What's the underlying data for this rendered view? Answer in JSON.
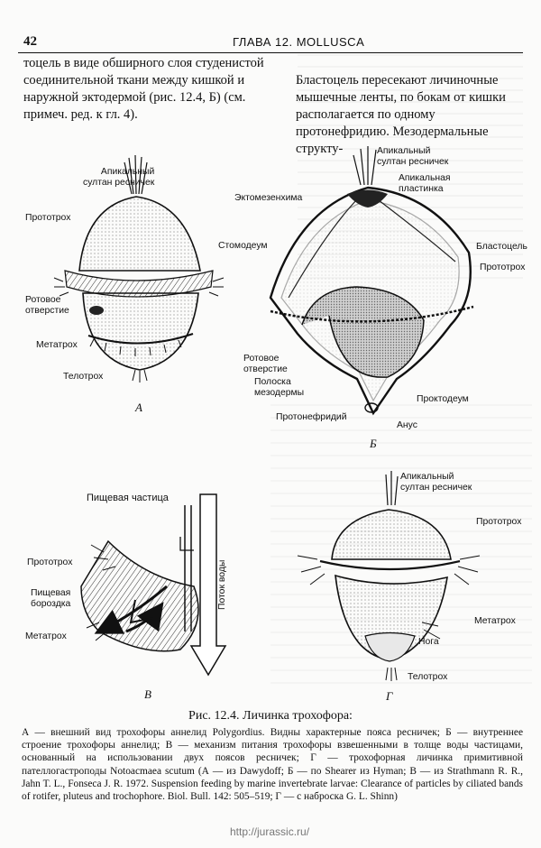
{
  "header": {
    "page_number": "42",
    "chapter": "ГЛАВА 12. MOLLUSCA"
  },
  "text": {
    "left_column": "тоцель в виде обширного слоя студенистой соединительной ткани между кишкой и наружной эктодермой (рис. 12.4, Б) (см. примеч. ред. к гл. 4).",
    "right_column": "Бластоцель пересекают личиночные мышечные ленты, по бокам от кишки располагается по одному протонефридию. Мезодермальные структу-"
  },
  "figure": {
    "panel_a": {
      "letter": "А",
      "labels": {
        "apical": "Апикальный\nсултан ресничек",
        "prototroch": "Прототрох",
        "mouth": "Ротовое\nотверстие",
        "metatroch": "Метатрох",
        "telotroch": "Телотрох"
      }
    },
    "panel_b": {
      "letter": "Б",
      "labels": {
        "apical": "Апикальный\nсултан ресничек",
        "apical_plate": "Апикальная\nпластинка",
        "ectomesenchyme": "Эктомезенхима",
        "stomodeum": "Стомодеум",
        "blastocoel": "Бластоцель",
        "prototroch": "Прототрох",
        "mouth": "Ротовое\nотверстие",
        "mesoderm": "Полоска\nмезодермы",
        "proctodeum": "Проктодеум",
        "protonephridium": "Протонефридий",
        "anus": "Анус"
      }
    },
    "panel_v": {
      "letter": "В",
      "labels": {
        "food_particle": "Пищевая частица",
        "prototroch": "Прототрох",
        "food_groove": "Пищевая\nбороздка",
        "metatroch": "Метатрох",
        "water_flow": "Поток воды"
      }
    },
    "panel_g": {
      "letter": "Г",
      "labels": {
        "apical": "Апикальный\nсултан ресничек",
        "prototroch": "Прототрох",
        "metatroch": "Метатрох",
        "foot": "Нога",
        "telotroch": "Телотрох"
      }
    }
  },
  "caption": {
    "title": "Рис. 12.4. Личинка трохофора:",
    "body": "А — внешний вид трохофоры аннелид Polygordius. Видны характерные пояса ресничек; Б — внутреннее строение трохофоры аннелид; В — механизм питания трохофоры взвешенными в толще воды частицами, основанный на использовании двух поясов ресничек; Г — трохофорная личинка примитивной пателлогастроподы Notoacmaea scutum (А — из Dawydoff; Б — по Shearer из Hyman; В — из Strathmann R. R., Jahn T. L., Fonseca J. R. 1972. Suspension feeding by marine invertebrate larvae: Clearance of particles by ciliated bands of rotifer, pluteus and trochophore. Biol. Bull. 142: 505–519; Г — с наброска G. L. Shinn)"
  },
  "watermark": "http://jurassic.ru/"
}
